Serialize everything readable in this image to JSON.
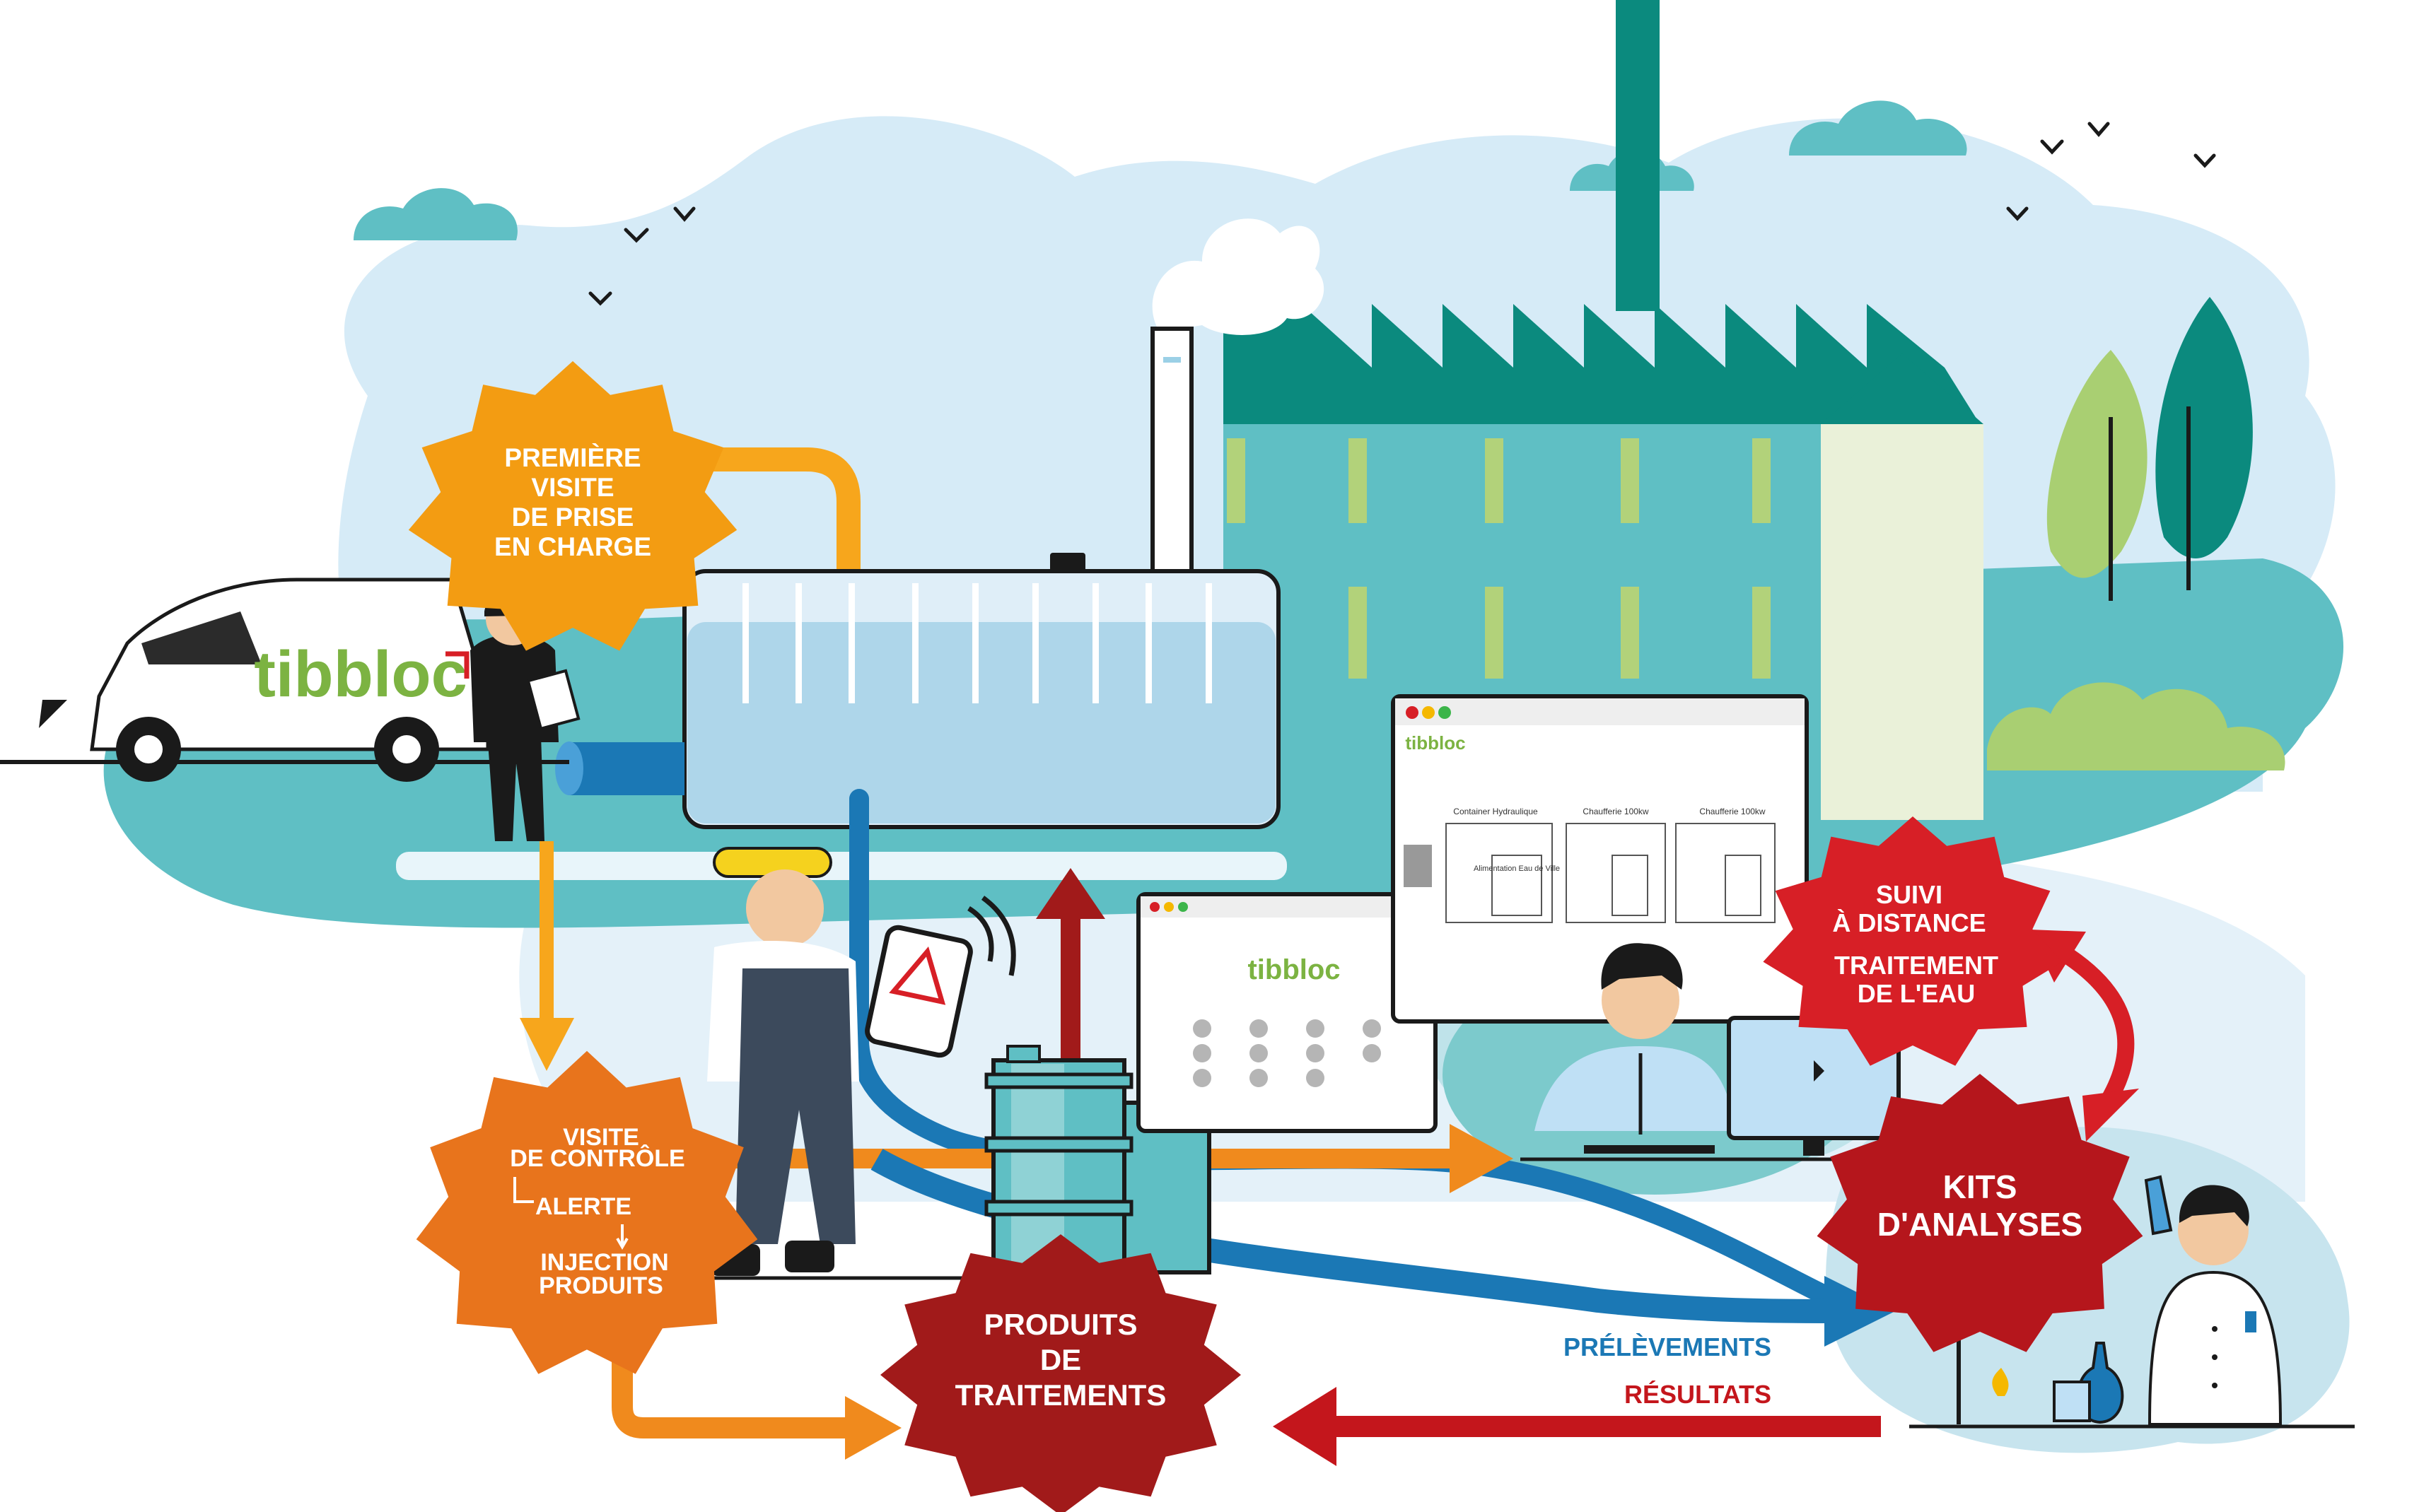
{
  "brand": {
    "name": "tibbloc"
  },
  "steps": {
    "first_visit": {
      "lines": [
        "PREMIÈRE",
        "VISITE",
        "DE PRISE",
        "EN CHARGE"
      ]
    },
    "control_visit": {
      "line1": "VISITE",
      "line2": "DE CONTRÔLE",
      "line3": "ALERTE",
      "line4": "INJECTION",
      "line5": "PRODUITS"
    },
    "products": {
      "lines": [
        "PRODUITS",
        "DE",
        "TRAITEMENTS"
      ]
    },
    "remote": {
      "lines": [
        "SUIVI",
        "À DISTANCE",
        "",
        "TRAITEMENT",
        "DE L'EAU"
      ]
    },
    "kits": {
      "lines": [
        "KITS",
        "D'ANALYSES"
      ]
    }
  },
  "flows": {
    "prelevements": "PRÉLÈVEMENTS",
    "resultats": "RÉSULTATS"
  },
  "screens": {
    "plan": {
      "titles": [
        "Container Hydraulique",
        "Chaufferie 100kw",
        "Chaufferie 100kw"
      ],
      "note": "Alimentation Eau de Ville"
    }
  },
  "colors": {
    "orange_badge": "#f39c12",
    "dark_orange_badge": "#e8741c",
    "red_badge": "#d71f26",
    "dark_red_badge": "#a11a1a",
    "blue_text": "#1b78b5",
    "red_text": "#c4161c",
    "factory_teal": "#0b8a7e",
    "water_teal": "#5fbfc4",
    "sky_blue": "#d6ebf7",
    "brand_green": "#7cb342"
  }
}
